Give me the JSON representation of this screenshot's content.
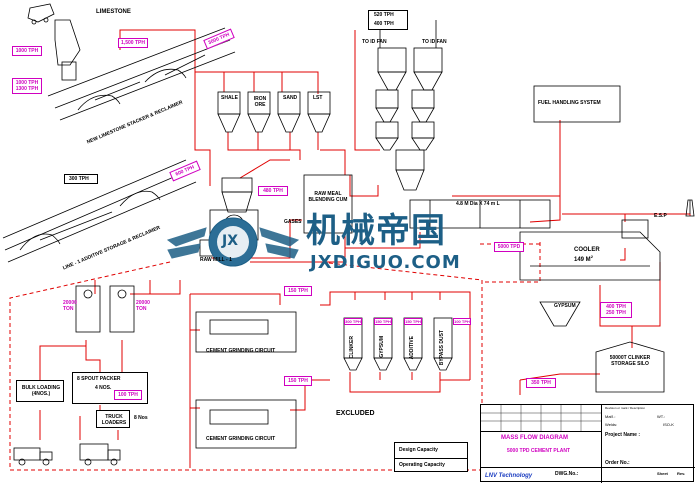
{
  "areas": {
    "limestone": "LIMESTONE",
    "limestone_stacker": "NEW LIMESTONE STACKER & RECLAIMER",
    "additive_storage": "LINE - 1 ADDITIVE STORAGE & RECLAIMER",
    "raw_mill": "RAW MILL - 1",
    "gases": "GASES",
    "raw_meal_blending": "RAW MEAL BLENDING CUM",
    "fuel_handling": "FUEL HANDLING SYSTEM",
    "to_id_fan": "TO ID FAN",
    "kiln": "4.8 M Dia X 74 m L",
    "cooler": "COOLER",
    "cooler_area": "149 M",
    "cooler_area_exp": "2",
    "esp": "E.S.P",
    "gypsum": "GYPSUM",
    "clinker_silo": "50000T CLINKER STORAGE SILO",
    "cement_grinding_1": "CEMENT GRINDING CIRCUIT",
    "cement_grinding_2": "CEMENT GRINDING CIRCUIT",
    "excluded": "EXCLUDED",
    "bulk_loading": "BULK LOADING (4NOS.)",
    "spout_packer": "8 SPOUT PACKER",
    "spout_packer_count": "4 NOS.",
    "truck_loaders": "TRUCK LOADERS",
    "truck_loaders_count": "8 Nos"
  },
  "bins": [
    "SHALE",
    "IRON ORE",
    "SAND",
    "LST"
  ],
  "additive_silos": [
    "CLINKER",
    "GYPSUM",
    "ADDITIVE",
    "BYPASS DUST"
  ],
  "cement_silos": [
    "20000 TON",
    "20000 TON"
  ],
  "capacities": {
    "lime_1000": "1000 TPH",
    "lime_1500": "1,500 TPH",
    "lime_3000": "3000 TPH",
    "lime_1000_1300": [
      "1000 TPH",
      "1300 TPH"
    ],
    "add_300": "300 TPH",
    "add_600": "600 TPH",
    "raw_mill_480": "480 TPH",
    "kiln_5000": "5000 TPD",
    "fan_tph": [
      "520 TPH",
      "400 TPH"
    ],
    "gypsum_tph": [
      "400 TPH",
      "250 TPH"
    ],
    "to_mills": "350 TPH",
    "cem_150_a": "150 TPH",
    "cem_150_b": "150 TPH",
    "silo_caps": [
      "300 TPH",
      "150 TPH",
      "150 TPH",
      "100 TPH"
    ],
    "packer_100": "100 TPH"
  },
  "legend": {
    "design": "Design Capacity",
    "operating": "Operating Capacity"
  },
  "title_block": {
    "title": "MASS FLOW DIAGRAM",
    "subtitle": "5000 TPD CEMENT PLANT",
    "project": "Project Name :",
    "dwg": "DWG.No.:",
    "order": "Order No.:",
    "sheet": "Sheet",
    "rev": "Rev.",
    "company": "LNV Technology",
    "wt": "WT.:",
    "mat": "Mat'l.:",
    "welds": "Welds:",
    "iso": "ISO-K",
    "rev_desc": "Revision or mark / Description"
  },
  "watermark": {
    "cn": "机械帝国",
    "en": "JXDIGUO.COM",
    "emblem": "JX"
  },
  "colors": {
    "flow_line": "#e00000",
    "capacity": "#d000c0",
    "watermark": "#1d5f86"
  }
}
